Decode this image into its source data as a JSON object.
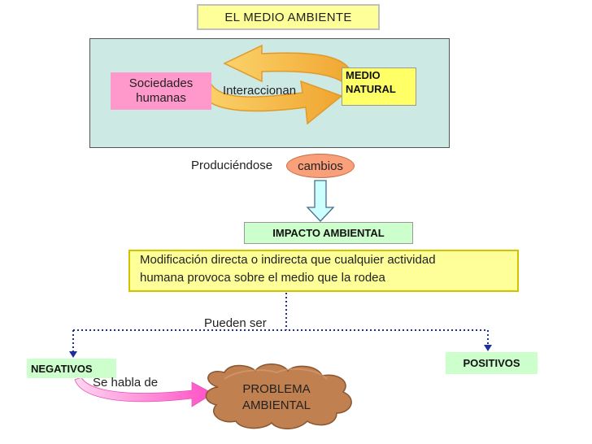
{
  "diagram": {
    "title": "EL MEDIO AMBIENTE",
    "sociedades_line1": "Sociedades",
    "sociedades_line2": "humanas",
    "interaccionan": "Interaccionan",
    "medio_line1": "MEDIO",
    "medio_line2": "NATURAL",
    "produciendose": "Produciéndose",
    "cambios": "cambios",
    "impacto": "IMPACTO AMBIENTAL",
    "definicion_line1": "Modificación directa o indirecta que cualquier actividad",
    "definicion_line2": "humana provoca sobre el medio que la rodea",
    "pueden_ser": "Pueden ser",
    "negativos": "NEGATIVOS",
    "positivos": "POSITIVOS",
    "se_habla_de": "Se habla de",
    "problema_line1": "PROBLEMA",
    "problema_line2": "AMBIENTAL"
  },
  "colors": {
    "title_fill": "#ffff99",
    "panel_fill": "#cde9e3",
    "sociedades_fill": "#ff99cc",
    "medio_fill": "#ffff66",
    "cycle_arrow": "#f2b13a",
    "cambios_fill": "#f9a07b",
    "down_arrow": "#ccffff",
    "impacto_fill": "#ccffcc",
    "definicion_fill": "#ffff99",
    "dotted_connector": "#1f2f9a",
    "cloud_fill": "#c0804f",
    "pink_arrow": "#ff66cc"
  }
}
